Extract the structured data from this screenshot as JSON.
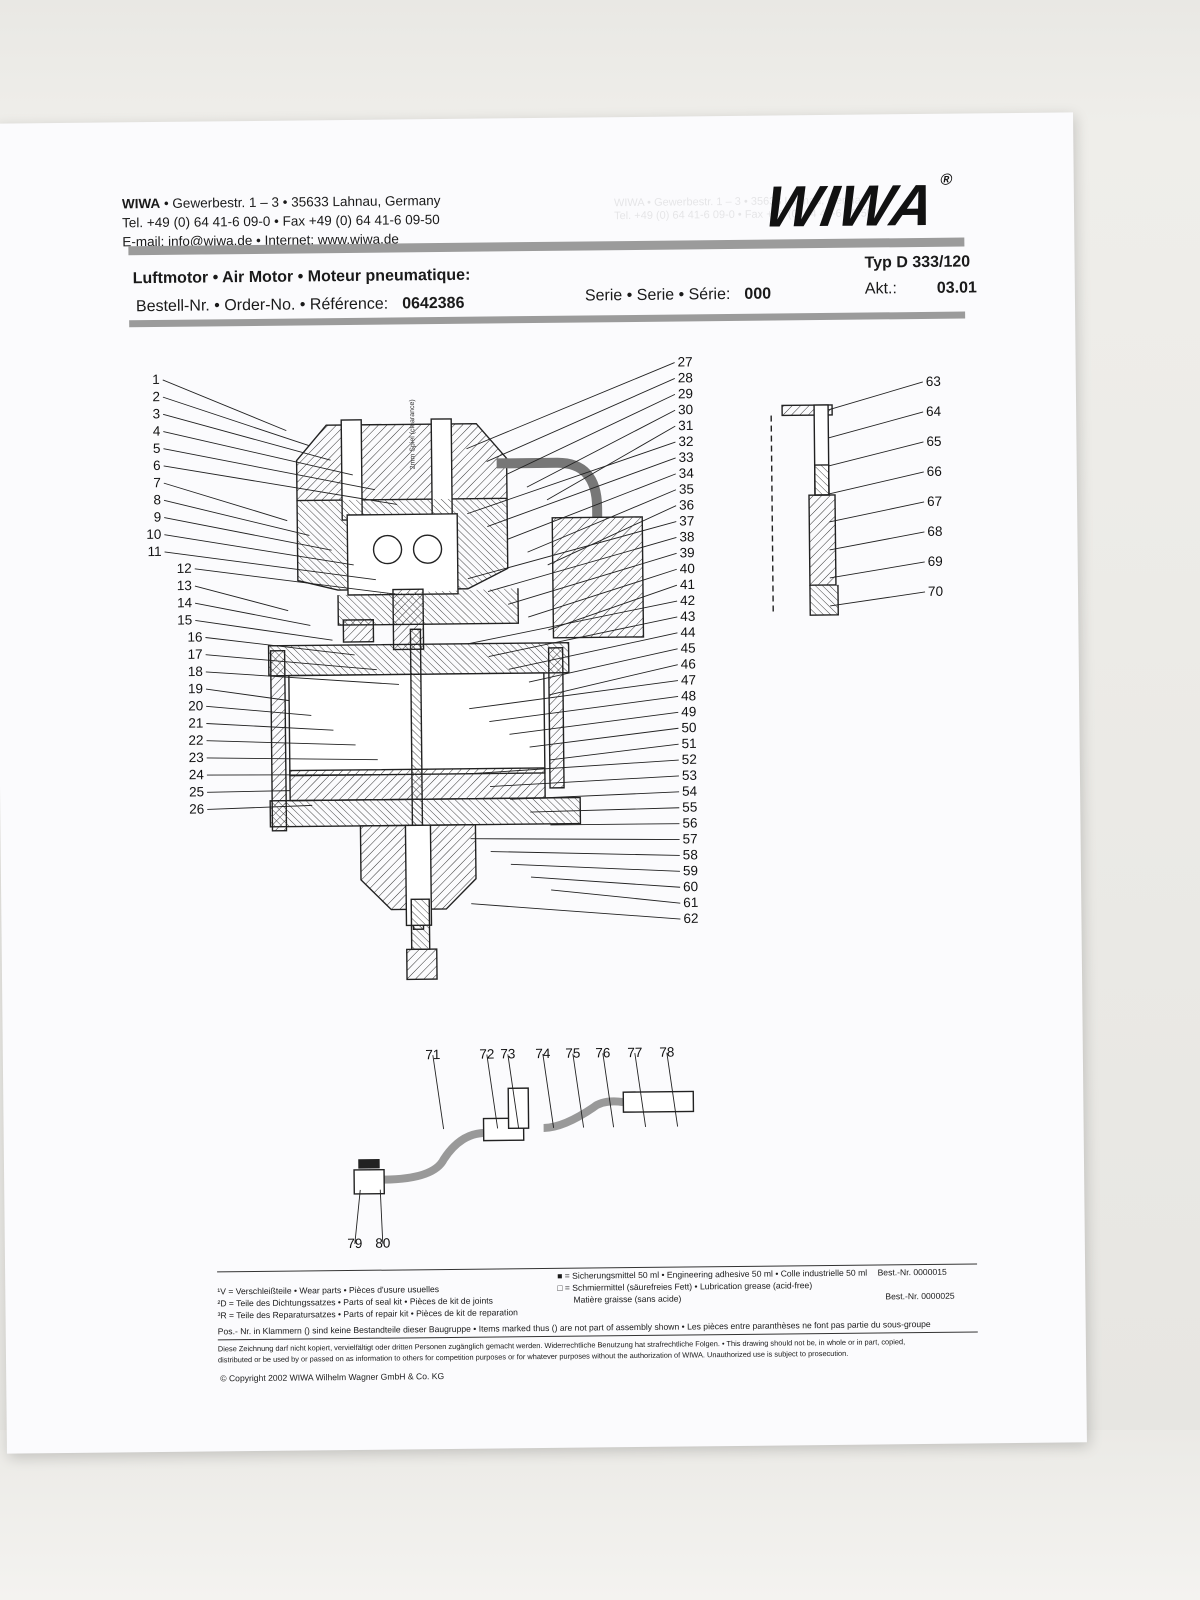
{
  "header": {
    "company": "WIWA",
    "address_rest": " • Gewerbestr. 1 – 3 • 35633 Lahnau, Germany",
    "phone_line": "Tel. +49 (0) 64 41-6 09-0 • Fax +49 (0) 64 41-6 09-50",
    "email_line": "E-mail: info@wiwa.de • Internet: www.wiwa.de",
    "logo_text": "WIWA",
    "logo_mark": "®"
  },
  "title_block": {
    "title": "Luftmotor • Air Motor • Moteur pneumatique:",
    "order_label": "Bestell-Nr. • Order-No. • Référence:",
    "order_number": "0642386",
    "serie_label": "Serie • Serie • Série:",
    "serie_number": "000",
    "typ": "Typ D 333/120",
    "akt_label": "Akt.:",
    "akt_value": "03.01"
  },
  "drawing": {
    "left_labels": [
      "1",
      "2",
      "3",
      "4",
      "5",
      "6",
      "7",
      "8",
      "9",
      "10",
      "11",
      "12",
      "13",
      "14",
      "15",
      "16",
      "17",
      "18",
      "19",
      "20",
      "21",
      "22",
      "23",
      "24",
      "25",
      "26"
    ],
    "right_labels": [
      "27",
      "28",
      "29",
      "30",
      "31",
      "32",
      "33",
      "34",
      "35",
      "36",
      "37",
      "38",
      "39",
      "40",
      "41",
      "42",
      "43",
      "44",
      "45",
      "46",
      "47",
      "48",
      "49",
      "50",
      "51",
      "52",
      "53",
      "54",
      "55",
      "56",
      "57",
      "58",
      "59",
      "60",
      "61",
      "62"
    ],
    "side_labels": [
      "63",
      "64",
      "65",
      "66",
      "67",
      "68",
      "69",
      "70"
    ],
    "bottom_labels": [
      "71",
      "72",
      "73",
      "74",
      "75",
      "76",
      "77",
      "78"
    ],
    "bottom_labels_low": [
      "79",
      "80"
    ],
    "clearance_text": "2mm Spiel (clearance)"
  },
  "footer": {
    "legend_v": "¹V = Verschleißteile • Wear parts • Pièces d'usure usuelles",
    "legend_d": "²D = Teile des Dichtungssatzes • Parts of seal kit • Pièces de kit de joints",
    "legend_r": "³R = Teile des Reparatursatzes • Parts of repair kit • Pièces de kit de reparation",
    "adhesive": "■ = Sicherungsmittel 50 ml • Engineering adhesive 50 ml • Colle industrielle 50 ml",
    "adhesive_nr": "Best.-Nr. 0000015",
    "grease": "□ = Schmiermittel (säurefreies Fett) • Lubrication grease (acid-free)",
    "grease_2": "Matière graisse (sans acide)",
    "grease_nr": "Best.-Nr. 0000025",
    "brackets": "Pos.- Nr. in Klammern () sind keine Bestandteile dieser Baugruppe • Items marked thus () are not part of assembly shown • Les pièces entre paranthèses ne font pas partie du sous-groupe",
    "copyright_notice_1": "Diese Zeichnung darf nicht kopiert, vervielfältigt oder dritten Personen zugänglich gemacht werden. Widerrechtliche Benutzung hat strafrechtliche Folgen. • This drawing should not be, in whole or in part, copied,",
    "copyright_notice_2": "distributed or be used by or passed on as information to others for competition purposes or for whatever purposes without the authorization of WIWA. Unauthorized use is subject to prosecution.",
    "copyright": "© Copyright 2002 WIWA Wilhelm Wagner GmbH & Co. KG"
  }
}
